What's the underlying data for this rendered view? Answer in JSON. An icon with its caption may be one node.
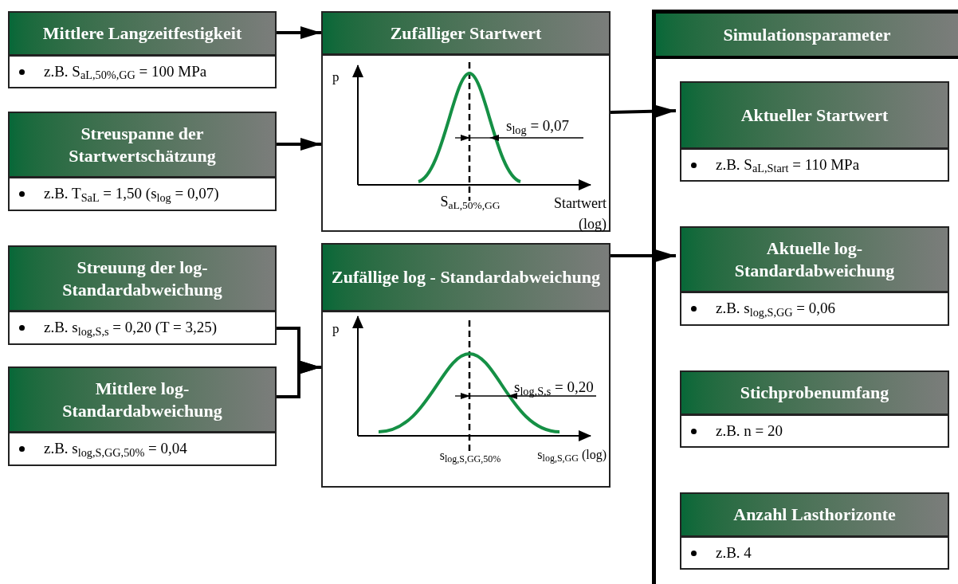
{
  "diagram": {
    "nodes": [
      {
        "text": [
          "Mittlere Langzeitfestigkeit",
          "z.B. S$_{aL,50%,GG}$ = 100 MPa"
        ]
      },
      {
        "text": [
          "Streuspanne der Startwertschätzung",
          "z.B. T$_{SaL}$ = 1,50 (s$_{log}$ = 0,07)"
        ]
      },
      {
        "text": [
          "Streuung der log- Standardabweichung",
          "z.B. s$_{log,S,s}$ = 0,20 (T = 3,25)"
        ]
      },
      {
        "text": [
          "Mittlere log-Standardabweichung",
          "z.B. s$_{log,S,GG,50%}$ = 0,04"
        ]
      },
      {
        "text": [
          "Zufälliger Startwert",
          "p",
          "s$_{log}$ = 0,07",
          "S$_{aL,50%,GG}$",
          "Startwert (log)"
        ]
      },
      {
        "text": [
          "Zufällige log - Standardabweichung",
          "p",
          "s$_{log,S,s}$ = 0,20",
          "s$_{log,S,GG,50%}$",
          "s$_{log,S,GG}$ (log)"
        ]
      },
      {
        "text": [
          "Simulationsparameter"
        ]
      },
      {
        "text": [
          "Aktueller Startwert",
          "z.B. S$_{aL,Start}$ = 110 MPa"
        ],
        "in": 6
      },
      {
        "text": [
          "Aktuelle log-Standardabweichung",
          "z.B. s$_{log,S,GG}$ = 0,06"
        ],
        "in": 6
      },
      {
        "text": [
          "Stichprobenumfang",
          "z.B. n = 20"
        ],
        "in": 6
      },
      {
        "text": [
          "Anzahl Lasthorizonte",
          "z.B. 4"
        ],
        "in": 6
      }
    ],
    "edges": [
      {
        "from": 0,
        "to": 4,
        "arrow": "to"
      },
      {
        "from": 1,
        "to": 4,
        "arrow": "to"
      },
      {
        "from": 2,
        "to": 5,
        "arrow": "to"
      },
      {
        "from": 3,
        "to": 5,
        "arrow": "to"
      },
      {
        "from": 4,
        "to": 7,
        "arrow": "to"
      },
      {
        "from": 5,
        "to": 8,
        "arrow": "to"
      }
    ]
  }
}
